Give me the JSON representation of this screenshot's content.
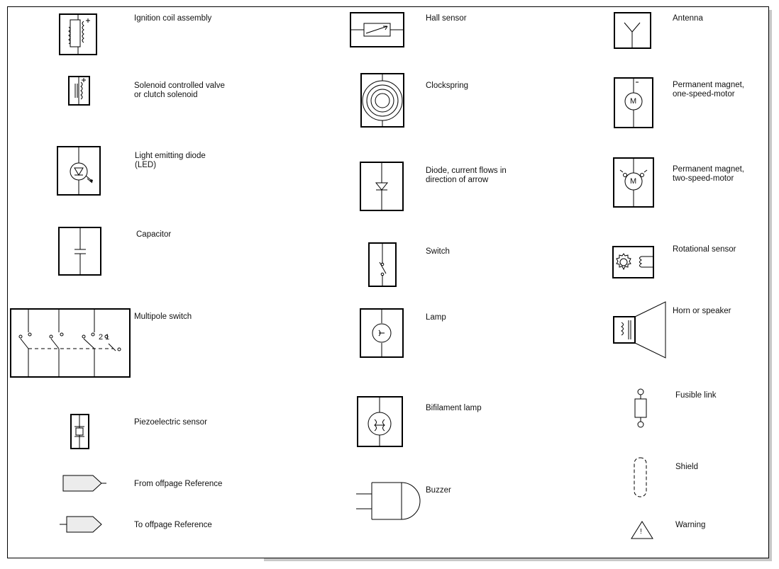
{
  "symbols": {
    "ignition_coil": {
      "label": "Ignition coil assembly",
      "icon": "ignition-coil-icon"
    },
    "solenoid_valve": {
      "label": "Solenoid controlled valve\nor clutch solenoid",
      "icon": "solenoid-icon"
    },
    "led": {
      "label": "Light emitting diode\n(LED)",
      "icon": "led-icon"
    },
    "capacitor": {
      "label": "Capacitor",
      "icon": "capacitor-icon"
    },
    "multipole_switch": {
      "label": "Multipole switch",
      "icon": "multipole-switch-icon",
      "contact_numbers": "2 1"
    },
    "piezo_sensor": {
      "label": "Piezoelectric sensor",
      "icon": "piezo-sensor-icon"
    },
    "from_offpage": {
      "label": "From offpage Reference",
      "icon": "from-offpage-icon"
    },
    "to_offpage": {
      "label": "To offpage Reference",
      "icon": "to-offpage-icon"
    },
    "hall_sensor": {
      "label": "Hall sensor",
      "icon": "hall-sensor-icon"
    },
    "clockspring": {
      "label": "Clockspring",
      "icon": "clockspring-icon"
    },
    "diode": {
      "label": "Diode, current flows in\ndirection of arrow",
      "icon": "diode-icon"
    },
    "switch": {
      "label": "Switch",
      "icon": "switch-icon"
    },
    "lamp": {
      "label": "Lamp",
      "icon": "lamp-icon"
    },
    "bifilament_lamp": {
      "label": "Bifilament lamp",
      "icon": "bifilament-lamp-icon"
    },
    "buzzer": {
      "label": "Buzzer",
      "icon": "buzzer-icon"
    },
    "antenna": {
      "label": "Antenna",
      "icon": "antenna-icon"
    },
    "motor_one_speed": {
      "label": "Permanent magnet,\none-speed-motor",
      "icon": "motor-one-speed-icon",
      "motor_letter": "M"
    },
    "motor_two_speed": {
      "label": "Permanent magnet,\ntwo-speed-motor",
      "icon": "motor-two-speed-icon",
      "motor_letter": "M"
    },
    "rotational_sensor": {
      "label": "Rotational sensor",
      "icon": "rotational-sensor-icon"
    },
    "horn_speaker": {
      "label": "Horn or speaker",
      "icon": "horn-speaker-icon"
    },
    "fusible_link": {
      "label": "Fusible link",
      "icon": "fusible-link-icon"
    },
    "shield": {
      "label": "Shield",
      "icon": "shield-icon"
    },
    "warning": {
      "label": "Warning",
      "icon": "warning-icon",
      "mark": "!"
    }
  }
}
